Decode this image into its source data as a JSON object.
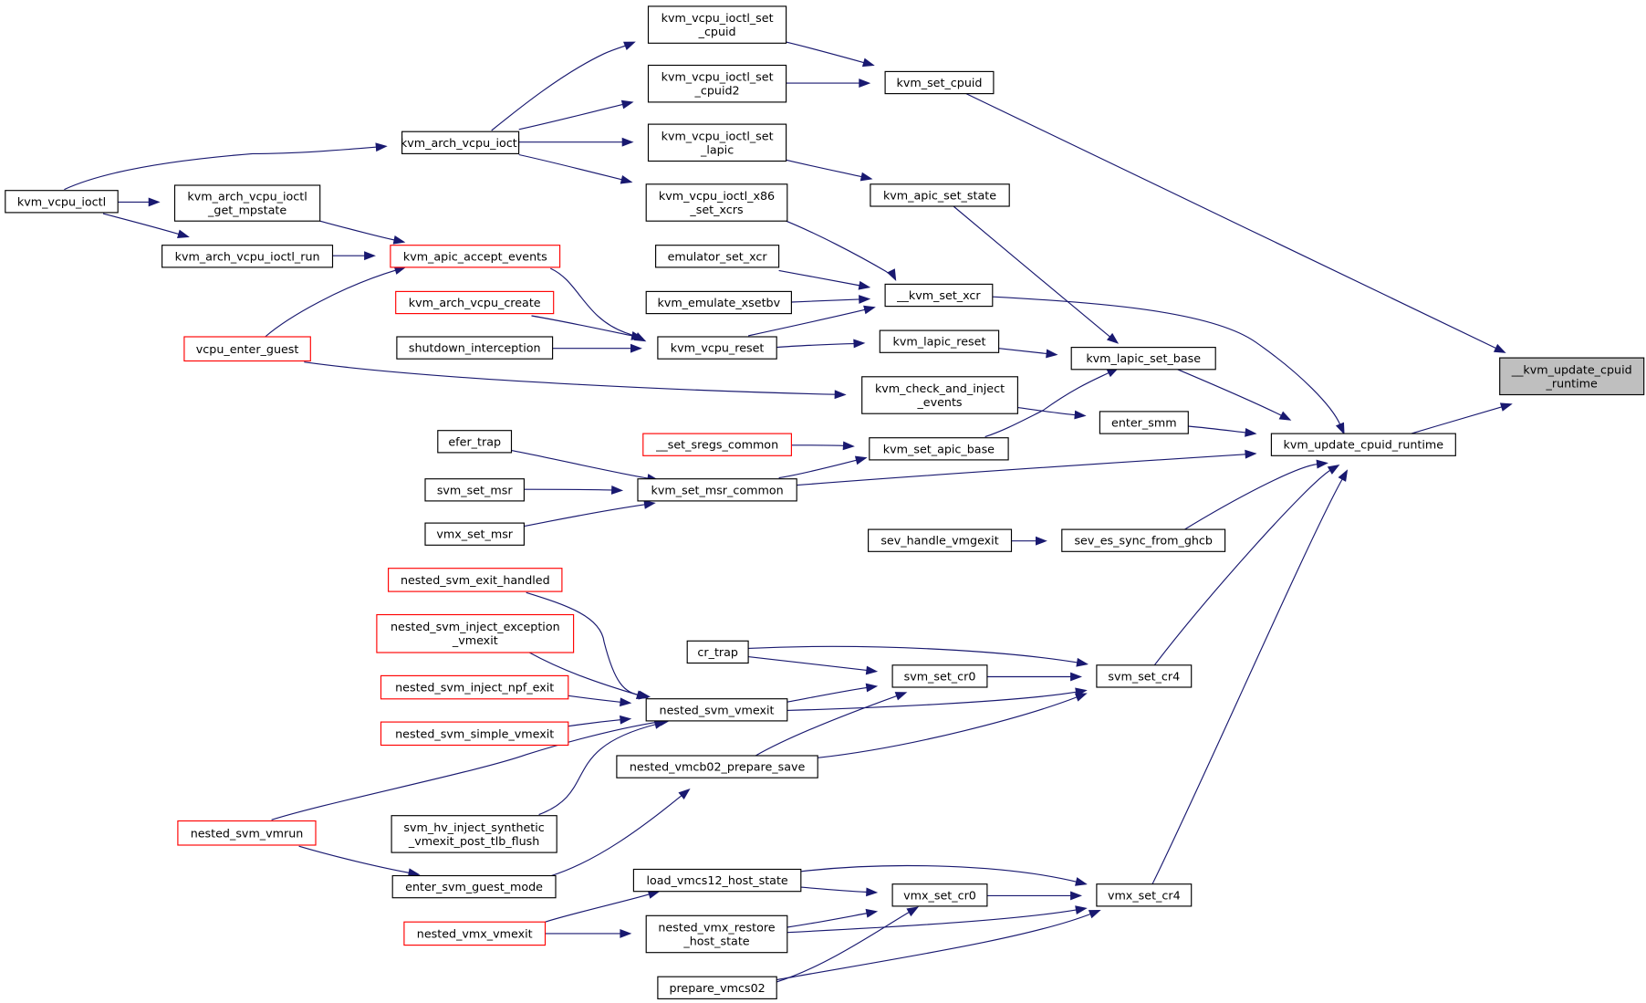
{
  "graph_title": "",
  "colors": {
    "edge": "#191970",
    "box_border": "#000000",
    "truncated_border": "#ff0000",
    "root_fill": "#bfbfbf",
    "background": "#ffffff"
  },
  "nodes": [
    {
      "id": "root",
      "label": "__kvm_update_cpuid\n_runtime",
      "kind": "root"
    },
    {
      "id": "update_runtime",
      "label": "kvm_update_cpuid_runtime"
    },
    {
      "id": "set_cpuid",
      "label": "kvm_set_cpuid"
    },
    {
      "id": "ioctl_set_cpuid",
      "label": "kvm_vcpu_ioctl_set\n_cpuid"
    },
    {
      "id": "ioctl_set_cpuid2",
      "label": "kvm_vcpu_ioctl_set\n_cpuid2"
    },
    {
      "id": "arch_vcpu_ioctl",
      "label": "kvm_arch_vcpu_ioctl"
    },
    {
      "id": "vcpu_ioctl",
      "label": "kvm_vcpu_ioctl"
    },
    {
      "id": "ioctl_set_lapic",
      "label": "kvm_vcpu_ioctl_set\n_lapic"
    },
    {
      "id": "apic_set_state",
      "label": "kvm_apic_set_state"
    },
    {
      "id": "ioctl_x86_set_xcrs",
      "label": "kvm_vcpu_ioctl_x86\n_set_xcrs"
    },
    {
      "id": "get_mpstate",
      "label": "kvm_arch_vcpu_ioctl\n_get_mpstate"
    },
    {
      "id": "ioctl_run",
      "label": "kvm_arch_vcpu_ioctl_run"
    },
    {
      "id": "apic_accept_events",
      "label": "kvm_apic_accept_events",
      "kind": "truncated"
    },
    {
      "id": "emulator_set_xcr",
      "label": "emulator_set_xcr"
    },
    {
      "id": "emulate_xsetbv",
      "label": "kvm_emulate_xsetbv"
    },
    {
      "id": "set_xcr",
      "label": "__kvm_set_xcr"
    },
    {
      "id": "arch_vcpu_create",
      "label": "kvm_arch_vcpu_create",
      "kind": "truncated"
    },
    {
      "id": "shutdown_interception",
      "label": "shutdown_interception"
    },
    {
      "id": "vcpu_reset",
      "label": "kvm_vcpu_reset"
    },
    {
      "id": "vcpu_enter_guest",
      "label": "vcpu_enter_guest",
      "kind": "truncated"
    },
    {
      "id": "lapic_reset",
      "label": "kvm_lapic_reset"
    },
    {
      "id": "lapic_set_base",
      "label": "kvm_lapic_set_base"
    },
    {
      "id": "check_inject_events",
      "label": "kvm_check_and_inject\n_events"
    },
    {
      "id": "enter_smm",
      "label": "enter_smm"
    },
    {
      "id": "efer_trap",
      "label": "efer_trap"
    },
    {
      "id": "set_sregs_common",
      "label": "__set_sregs_common",
      "kind": "truncated"
    },
    {
      "id": "set_apic_base",
      "label": "kvm_set_apic_base"
    },
    {
      "id": "svm_set_msr",
      "label": "svm_set_msr"
    },
    {
      "id": "set_msr_common",
      "label": "kvm_set_msr_common"
    },
    {
      "id": "vmx_set_msr",
      "label": "vmx_set_msr"
    },
    {
      "id": "sev_handle_vmgexit",
      "label": "sev_handle_vmgexit"
    },
    {
      "id": "sev_es_sync",
      "label": "sev_es_sync_from_ghcb"
    },
    {
      "id": "nested_svm_exit_handled",
      "label": "nested_svm_exit_handled",
      "kind": "truncated"
    },
    {
      "id": "nested_svm_inject_exception",
      "label": "nested_svm_inject_exception\n_vmexit",
      "kind": "truncated"
    },
    {
      "id": "nested_svm_inject_npf_exit",
      "label": "nested_svm_inject_npf_exit",
      "kind": "truncated"
    },
    {
      "id": "nested_svm_simple_vmexit",
      "label": "nested_svm_simple_vmexit",
      "kind": "truncated"
    },
    {
      "id": "cr_trap",
      "label": "cr_trap"
    },
    {
      "id": "svm_set_cr0",
      "label": "svm_set_cr0"
    },
    {
      "id": "svm_set_cr4",
      "label": "svm_set_cr4"
    },
    {
      "id": "nested_svm_vmexit",
      "label": "nested_svm_vmexit"
    },
    {
      "id": "nested_vmcb02_prepare_save",
      "label": "nested_vmcb02_prepare_save"
    },
    {
      "id": "nested_svm_vmrun",
      "label": "nested_svm_vmrun",
      "kind": "truncated"
    },
    {
      "id": "svm_hv_inject",
      "label": "svm_hv_inject_synthetic\n_vmexit_post_tlb_flush"
    },
    {
      "id": "enter_svm_guest_mode",
      "label": "enter_svm_guest_mode"
    },
    {
      "id": "load_vmcs12_host_state",
      "label": "load_vmcs12_host_state"
    },
    {
      "id": "vmx_set_cr0",
      "label": "vmx_set_cr0"
    },
    {
      "id": "vmx_set_cr4",
      "label": "vmx_set_cr4"
    },
    {
      "id": "nested_vmx_vmexit",
      "label": "nested_vmx_vmexit",
      "kind": "truncated"
    },
    {
      "id": "nested_vmx_restore_host_state",
      "label": "nested_vmx_restore\n_host_state"
    },
    {
      "id": "prepare_vmcs02",
      "label": "prepare_vmcs02"
    }
  ],
  "edges": [
    {
      "from": "update_runtime",
      "to": "root"
    },
    {
      "from": "set_cpuid",
      "to": "root"
    },
    {
      "from": "ioctl_set_cpuid",
      "to": "set_cpuid"
    },
    {
      "from": "ioctl_set_cpuid2",
      "to": "set_cpuid"
    },
    {
      "from": "arch_vcpu_ioctl",
      "to": "ioctl_set_cpuid"
    },
    {
      "from": "arch_vcpu_ioctl",
      "to": "ioctl_set_cpuid2"
    },
    {
      "from": "arch_vcpu_ioctl",
      "to": "ioctl_set_lapic"
    },
    {
      "from": "arch_vcpu_ioctl",
      "to": "ioctl_x86_set_xcrs"
    },
    {
      "from": "vcpu_ioctl",
      "to": "arch_vcpu_ioctl"
    },
    {
      "from": "vcpu_ioctl",
      "to": "get_mpstate"
    },
    {
      "from": "vcpu_ioctl",
      "to": "ioctl_run"
    },
    {
      "from": "ioctl_set_lapic",
      "to": "apic_set_state"
    },
    {
      "from": "apic_set_state",
      "to": "lapic_set_base"
    },
    {
      "from": "ioctl_x86_set_xcrs",
      "to": "set_xcr"
    },
    {
      "from": "get_mpstate",
      "to": "apic_accept_events"
    },
    {
      "from": "ioctl_run",
      "to": "apic_accept_events"
    },
    {
      "from": "vcpu_enter_guest",
      "to": "apic_accept_events"
    },
    {
      "from": "apic_accept_events",
      "to": "vcpu_reset"
    },
    {
      "from": "emulator_set_xcr",
      "to": "set_xcr"
    },
    {
      "from": "emulate_xsetbv",
      "to": "set_xcr"
    },
    {
      "from": "vcpu_reset",
      "to": "set_xcr"
    },
    {
      "from": "set_xcr",
      "to": "update_runtime"
    },
    {
      "from": "arch_vcpu_create",
      "to": "vcpu_reset"
    },
    {
      "from": "shutdown_interception",
      "to": "vcpu_reset"
    },
    {
      "from": "vcpu_reset",
      "to": "lapic_reset"
    },
    {
      "from": "lapic_reset",
      "to": "lapic_set_base"
    },
    {
      "from": "lapic_set_base",
      "to": "update_runtime"
    },
    {
      "from": "vcpu_enter_guest",
      "to": "check_inject_events"
    },
    {
      "from": "check_inject_events",
      "to": "enter_smm"
    },
    {
      "from": "enter_smm",
      "to": "update_runtime"
    },
    {
      "from": "set_apic_base",
      "to": "lapic_set_base"
    },
    {
      "from": "set_sregs_common",
      "to": "set_apic_base"
    },
    {
      "from": "set_msr_common",
      "to": "set_apic_base"
    },
    {
      "from": "efer_trap",
      "to": "set_msr_common"
    },
    {
      "from": "svm_set_msr",
      "to": "set_msr_common"
    },
    {
      "from": "vmx_set_msr",
      "to": "set_msr_common"
    },
    {
      "from": "set_msr_common",
      "to": "update_runtime"
    },
    {
      "from": "sev_handle_vmgexit",
      "to": "sev_es_sync"
    },
    {
      "from": "sev_es_sync",
      "to": "update_runtime"
    },
    {
      "from": "svm_set_cr4",
      "to": "update_runtime"
    },
    {
      "from": "vmx_set_cr4",
      "to": "update_runtime"
    },
    {
      "from": "cr_trap",
      "to": "svm_set_cr0"
    },
    {
      "from": "cr_trap",
      "to": "svm_set_cr4"
    },
    {
      "from": "svm_set_cr0",
      "to": "svm_set_cr4"
    },
    {
      "from": "nested_svm_vmexit",
      "to": "svm_set_cr0"
    },
    {
      "from": "nested_svm_vmexit",
      "to": "svm_set_cr4"
    },
    {
      "from": "nested_vmcb02_prepare_save",
      "to": "svm_set_cr0"
    },
    {
      "from": "nested_vmcb02_prepare_save",
      "to": "svm_set_cr4"
    },
    {
      "from": "nested_svm_exit_handled",
      "to": "nested_svm_vmexit"
    },
    {
      "from": "nested_svm_inject_exception",
      "to": "nested_svm_vmexit"
    },
    {
      "from": "nested_svm_inject_npf_exit",
      "to": "nested_svm_vmexit"
    },
    {
      "from": "nested_svm_simple_vmexit",
      "to": "nested_svm_vmexit"
    },
    {
      "from": "nested_svm_vmrun",
      "to": "nested_svm_vmexit"
    },
    {
      "from": "svm_hv_inject",
      "to": "nested_svm_vmexit"
    },
    {
      "from": "nested_svm_vmrun",
      "to": "enter_svm_guest_mode"
    },
    {
      "from": "enter_svm_guest_mode",
      "to": "nested_vmcb02_prepare_save"
    },
    {
      "from": "load_vmcs12_host_state",
      "to": "vmx_set_cr0"
    },
    {
      "from": "load_vmcs12_host_state",
      "to": "vmx_set_cr4"
    },
    {
      "from": "vmx_set_cr0",
      "to": "vmx_set_cr4"
    },
    {
      "from": "nested_vmx_restore_host_state",
      "to": "vmx_set_cr0"
    },
    {
      "from": "nested_vmx_restore_host_state",
      "to": "vmx_set_cr4"
    },
    {
      "from": "prepare_vmcs02",
      "to": "vmx_set_cr0"
    },
    {
      "from": "prepare_vmcs02",
      "to": "vmx_set_cr4"
    },
    {
      "from": "nested_vmx_vmexit",
      "to": "load_vmcs12_host_state"
    },
    {
      "from": "nested_vmx_vmexit",
      "to": "nested_vmx_restore_host_state"
    }
  ]
}
